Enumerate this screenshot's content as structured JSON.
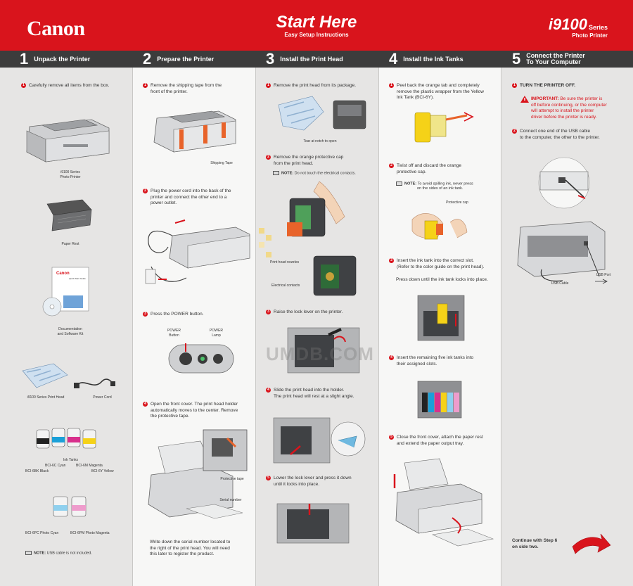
{
  "header": {
    "logo": "Canon",
    "title": "Start Here",
    "subtitle": "Easy Setup Instructions",
    "model": "i9100",
    "model_suffix": "Series",
    "model_subtitle": "Photo Printer"
  },
  "steps": [
    {
      "number": "1",
      "title": "Unpack the Printer"
    },
    {
      "number": "2",
      "title": "Prepare the Printer"
    },
    {
      "number": "3",
      "title": "Install the Print Head"
    },
    {
      "number": "4",
      "title": "Install the Ink Tanks"
    },
    {
      "number": "5",
      "title_line1": "Connect the Printer",
      "title_line2": "To Your Computer"
    }
  ],
  "col1": {
    "instruction": "Carefully remove all items from the box.",
    "printer_caption_1": "i9100 Series",
    "printer_caption_2": "Photo Printer",
    "paper_rest": "Paper Rest",
    "doc_line1": "Documentation",
    "doc_line2": "and Software Kit",
    "booklet_title": "Quick Start Guide",
    "print_head": "i9100 Series Print Head",
    "power_cord": "Power Cord",
    "ink_tanks": "Ink Tanks",
    "bci6c": "BCI-6C Cyan",
    "bci6m": "BCI-6M Magenta",
    "bci6bk": "BCI-6BK Black",
    "bci6y": "BCI-6Y Yellow",
    "bci6pc": "BCI-6PC Photo Cyan",
    "bci6pm": "BCI-6PM Photo Magenta",
    "note_label": "NOTE:",
    "note_text": "USB cable is not included."
  },
  "col2": {
    "s1_line1": "Remove the shipping tape from the",
    "s1_line2": "front of the printer.",
    "shipping_tape": "Shipping Tape",
    "s2_line1": "Plug the power cord into the back of the",
    "s2_line2": "printer and connect the other end to a",
    "s2_line3": "power outlet.",
    "s3": "Press the POWER button.",
    "power_button_1": "POWER",
    "power_button_2": "Button",
    "power_lamp_1": "POWER",
    "power_lamp_2": "Lamp",
    "s4_line1": "Open the front cover. The print head holder",
    "s4_line2": "automatically moves to the center. Remove",
    "s4_line3": "the protective tape.",
    "protective_tape": "Protective tape",
    "serial_number": "Serial number",
    "footer_line1": "Write down the serial number located to",
    "footer_line2": "the right of the print head. You will need",
    "footer_line3": "this later to register the product."
  },
  "col3": {
    "s1": "Remove the print head from its package.",
    "tear": "Tear at notch to open",
    "s2_line1": "Remove the orange protective cap",
    "s2_line2": "from the print head.",
    "note_label": "NOTE:",
    "note_text": "Do not touch the electrical contacts.",
    "print_head_nozzles": "Print head nozzles",
    "electrical_contacts": "Electrical contacts",
    "s3": "Raise the lock lever on the printer.",
    "s4_line1": "Slide the print head into the holder.",
    "s4_line2": "The print head will rest at a slight angle.",
    "s5_line1": "Lower the lock lever and press it down",
    "s5_line2": "until it locks into place."
  },
  "col4": {
    "s1_line1": "Peel back the orange tab and completely",
    "s1_line2": "remove the plastic wrapper from the Yellow",
    "s1_line3": "Ink Tank (BCI-6Y).",
    "s2_line1": "Twist off and discard the orange",
    "s2_line2": "protective cap.",
    "note_label": "NOTE:",
    "note_line1": "To avoid spilling ink, never press",
    "note_line2": "on the sides of an ink tank.",
    "protective_cap": "Protective cap",
    "s3_line1": "Insert the ink tank into the correct slot.",
    "s3_line2": "(Refer to the color guide on the print head).",
    "s3_line3": "Press down until the ink tank locks into place.",
    "s4_line1": "Insert the remaining five ink tanks into",
    "s4_line2": "their assigned slots.",
    "s5_line1": "Close the front cover, attach the paper rest",
    "s5_line2": "and extend the paper output tray."
  },
  "col5": {
    "s1": "TURN THE PRINTER OFF.",
    "important_label": "IMPORTANT:",
    "important_line1": "Be sure the printer is",
    "important_line2": "off before continuing, or the computer",
    "important_line3": "will attempt to install the printer",
    "important_line4": "driver before the printer is ready.",
    "s2_line1": "Connect one end of the USB cable",
    "s2_line2": "to the computer, the other to the printer.",
    "usb_cable": "USB Cable",
    "usb_port": "USB Port",
    "continue_line1": "Continue with Step 6",
    "continue_line2": "on side two."
  },
  "watermark": "UMDB.COM",
  "colors": {
    "brand_red": "#d9141c",
    "step_bar": "#3c3c3c",
    "panel_gray": "#e6e5e4",
    "panel_light": "#f7f7f6"
  }
}
